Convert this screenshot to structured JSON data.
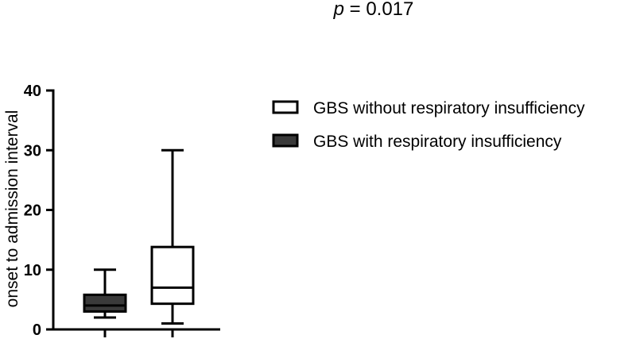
{
  "chart_data": {
    "type": "box",
    "annotation": {
      "prefix": "p",
      "text": " = 0.017"
    },
    "ylabel": "onset to admission interval",
    "ylim": [
      0,
      40
    ],
    "yticks": [
      0,
      10,
      20,
      30,
      40
    ],
    "grid": false,
    "legend_position": "top-right",
    "series": [
      {
        "name": "GBS with respiratory insufficiency",
        "fill": "#3a3a3a",
        "stats": {
          "min": 2,
          "q1": 3,
          "median": 4,
          "q3": 5.8,
          "max": 10
        }
      },
      {
        "name": "GBS without respiratory insufficiency",
        "fill": "#ffffff",
        "stats": {
          "min": 1,
          "q1": 4.3,
          "median": 7,
          "q3": 13.8,
          "max": 30
        }
      }
    ],
    "legend_order": [
      1,
      0
    ]
  },
  "colors": {
    "stroke": "#000000",
    "background": "#ffffff"
  }
}
